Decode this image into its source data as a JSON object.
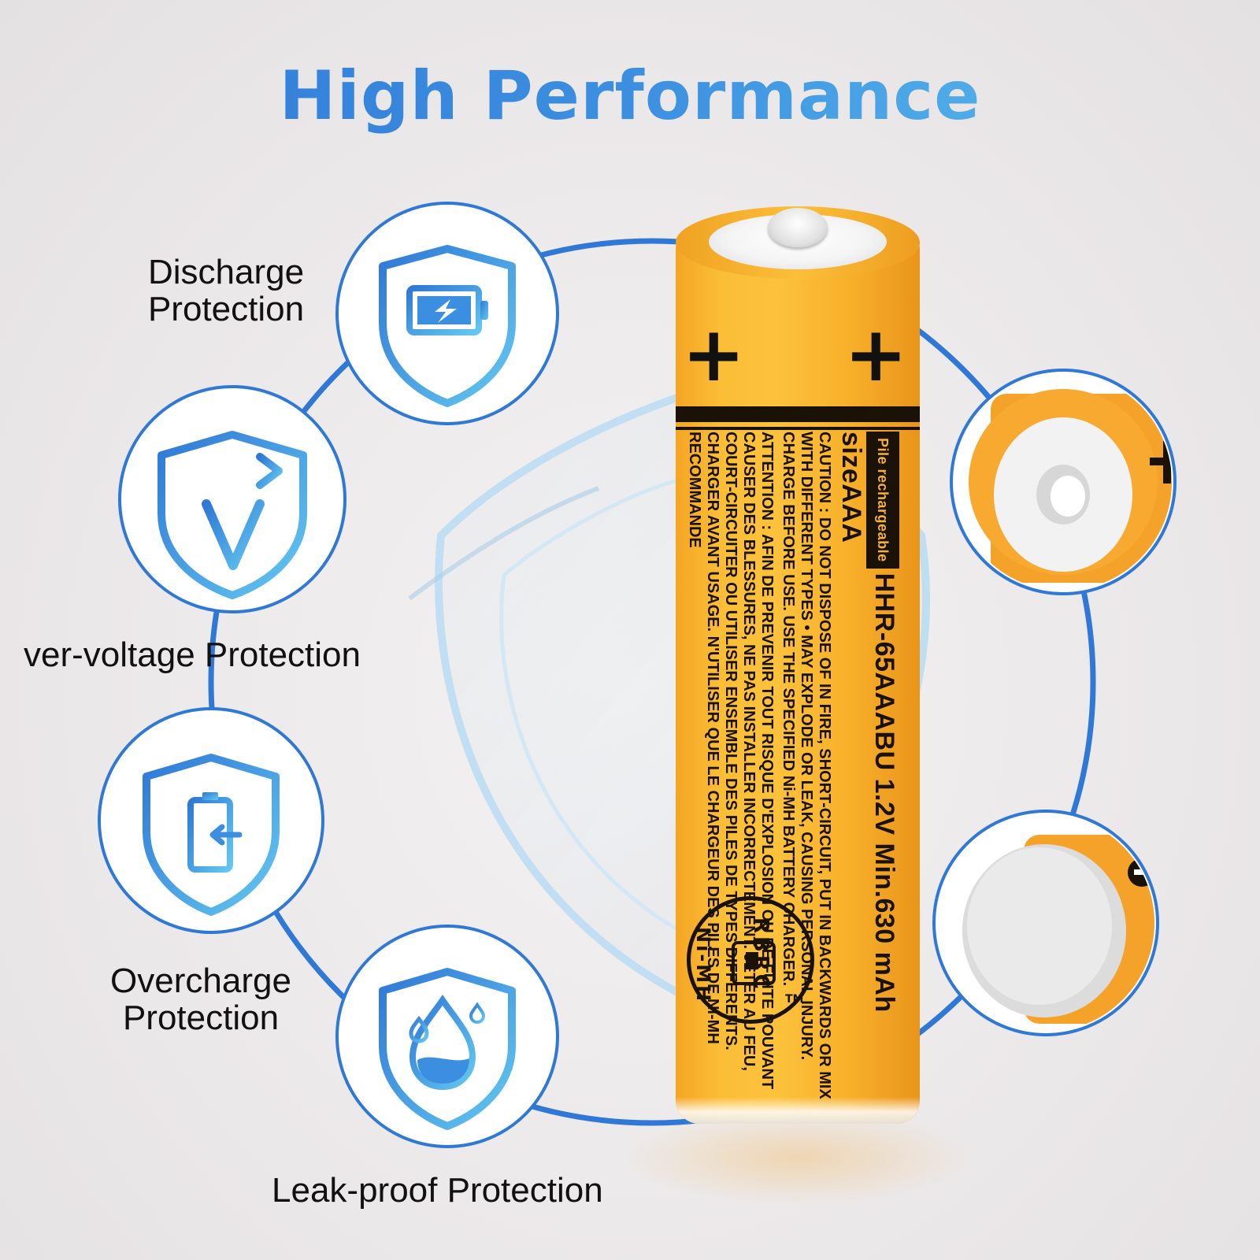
{
  "header": {
    "title": "High Performance"
  },
  "features": [
    {
      "label_line1": "Discharge",
      "label_line2": "Protection",
      "icon": "battery-shield-icon"
    },
    {
      "label": "ver-voltage Protection",
      "icon": "voltage-shield-icon"
    },
    {
      "label_line1": "Overcharge",
      "label_line2": "Protection",
      "icon": "charge-shield-icon"
    },
    {
      "label": "Leak-proof Protection",
      "icon": "water-drop-shield-icon"
    }
  ],
  "battery": {
    "plus_left": "+",
    "plus_right": "+",
    "tag": "Pile rechargeable",
    "model": "HHR-65AAABU 1.2V Min.630 mAh sizeAAA",
    "caution_en": "CAUTION : DO NOT DISPOSE OF IN FIRE, SHORT-CIRCUIT, PUT IN BACKWARDS OR MIX WITH DIFFERENT TYPES • MAY EXPLODE OR LEAK, CAUSING PERSONAL INJURY. CHARGE BEFORE USE. USE THE SPECIFIED Ni-MH BATTERY CHARGER.",
    "caution_fr": "ATTENTION : AFIN DE PREVENIR TOUT RISQUE D'EXPLOSION OU DE FUITE POUVANT CAUSER DES BLESSURES, NE PAS INSTALLER INCORRECTEMENT. JETER AU FEU, COURT-CIRCUITER OU UTILISER ENSEMBLE DES PILES DE TYPES DIFFERENTS. CHARGER AVANT USAGE. N'UTILISER QUE LE CHARGEUR DES PILES DE Ni-MH RECOMMANDE",
    "rbrc_top": "RBRC",
    "rbrc_bottom": "Ni-MH",
    "rbrc_tm": "TM"
  },
  "colors": {
    "accent_blue": "#2f78d6",
    "accent_light_blue": "#5fc3ee",
    "battery_orange": "#f8b12b",
    "battery_black": "#1a1206"
  }
}
